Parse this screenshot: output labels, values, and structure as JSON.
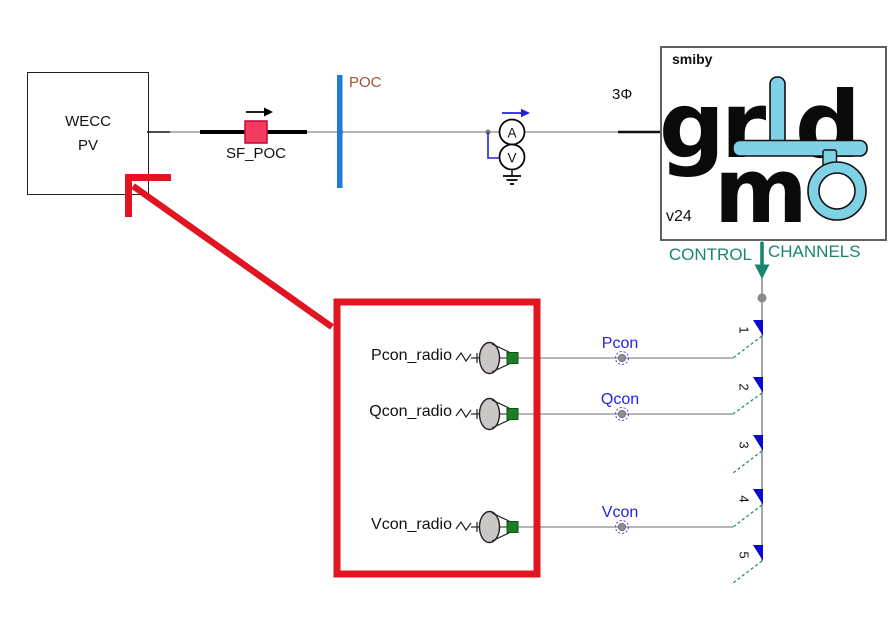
{
  "colors": {
    "annotation_red": "#E11422",
    "control_teal": "#17866F",
    "signal_blue": "#2323E8",
    "bus_blue": "#1F7BD4",
    "poc_label_brown": "#A0522D",
    "breaker_pink": "#F53B60",
    "logo_cyan": "#7FD2E6",
    "port_green": "#1E7D26",
    "wire_gray": "#8A8A8A",
    "contact_blue": "#0A0ACD"
  },
  "source_block": {
    "line1": "WECC",
    "line2": "PV"
  },
  "breaker": {
    "label": "SF_POC"
  },
  "bus": {
    "label": "POC"
  },
  "meter": {
    "ammeter_letter": "A",
    "voltmeter_letter": "V"
  },
  "phase_label": "3Φ",
  "gridmo": {
    "brand": "smiby",
    "version": "v24",
    "logo": {
      "part_gr": "gr",
      "part_d": "d",
      "part_m": "m"
    }
  },
  "control_header": {
    "left": "CONTROL",
    "right": "CHANNELS"
  },
  "channels": [
    {
      "number": "1"
    },
    {
      "number": "2"
    },
    {
      "number": "3"
    },
    {
      "number": "4"
    },
    {
      "number": "5"
    }
  ],
  "radios": [
    {
      "label": "Pcon_radio",
      "signal": "Pcon"
    },
    {
      "label": "Qcon_radio",
      "signal": "Qcon"
    },
    {
      "label": "Vcon_radio",
      "signal": "Vcon"
    }
  ]
}
